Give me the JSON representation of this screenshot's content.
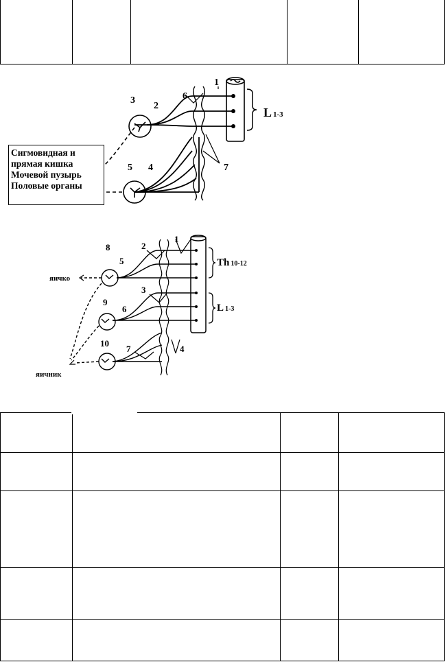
{
  "diagram1": {
    "labels": {
      "n1": "1",
      "n2": "2",
      "n3": "3",
      "n4": "4",
      "n5": "5",
      "n6": "6",
      "n7": "7",
      "segment_main": "L",
      "segment_sub": "1-3"
    },
    "box_lines": [
      "Сигмовидная и",
      "прямая кишка",
      "Мочевой пузырь",
      "Половые органы"
    ]
  },
  "diagram2": {
    "labels": {
      "n1": "1",
      "n2": "2",
      "n3": "3",
      "n4": "4",
      "n5": "5",
      "n6": "6",
      "n7": "7",
      "n8": "8",
      "n9": "9",
      "n10": "10",
      "seg_th_main": "Th",
      "seg_th_sub": "10-12",
      "seg_l_main": "L",
      "seg_l_sub": "1-3",
      "testis": "яичко",
      "ovary": "яичник"
    }
  }
}
